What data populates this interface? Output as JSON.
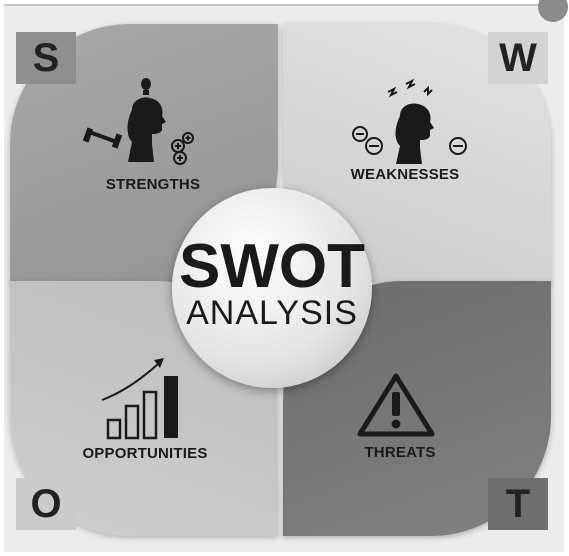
{
  "center": {
    "title": "SWOT",
    "subtitle": "ANALYSIS"
  },
  "quadrants": {
    "strengths": {
      "letter": "S",
      "label": "STRENGTHS",
      "icon": "head-lightbulb-icon"
    },
    "weaknesses": {
      "letter": "W",
      "label": "WEAKNESSES",
      "icon": "head-stress-icon"
    },
    "opportunities": {
      "letter": "O",
      "label": "OPPORTUNITIES",
      "icon": "growth-bar-chart-icon"
    },
    "threats": {
      "letter": "T",
      "label": "THREATS",
      "icon": "warning-triangle-icon"
    }
  },
  "colors": {
    "strengths": "#a0a0a0",
    "weaknesses": "#d6d6d6",
    "opportunities": "#c5c5c5",
    "threats": "#767676",
    "text": "#1a1a1a"
  }
}
